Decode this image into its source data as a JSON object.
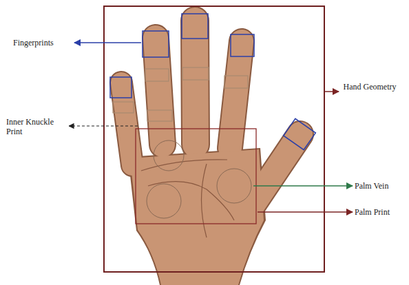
{
  "diagram": {
    "labels": [
      "Fingerprints",
      "Inner Knuckle Print",
      "Hand Geometry",
      "Palm Vein",
      "Palm Print"
    ]
  }
}
